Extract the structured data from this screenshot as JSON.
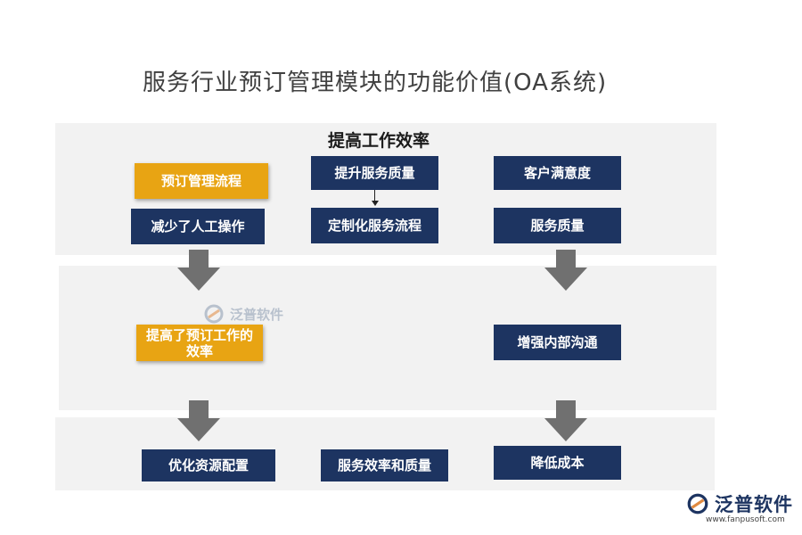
{
  "title": "服务行业预订管理模块的功能价值(OA系统)",
  "section_title": "提高工作效率",
  "boxes": {
    "booking_flow": "预订管理流程",
    "reduce_manual": "减少了人工操作",
    "improve_service": "提升服务质量",
    "custom_flow": "定制化服务流程",
    "satisfaction": "客户满意度",
    "service_quality": "服务质量",
    "booking_efficiency": "提高了预订工作的效率",
    "internal_comm": "增强内部沟通",
    "optimize_resources": "优化资源配置",
    "efficiency_quality": "服务效率和质量",
    "reduce_cost": "降低成本"
  },
  "watermark": {
    "text": "泛普软件",
    "icon": "fanpu-logo-icon"
  },
  "logo": {
    "text": "泛普软件",
    "url": "www.fanpusoft.com",
    "icon": "fanpu-logo-icon"
  },
  "colors": {
    "navy": "#1d3461",
    "gold": "#e8a413",
    "panel": "#f2f2f2",
    "arrow": "#707070"
  }
}
